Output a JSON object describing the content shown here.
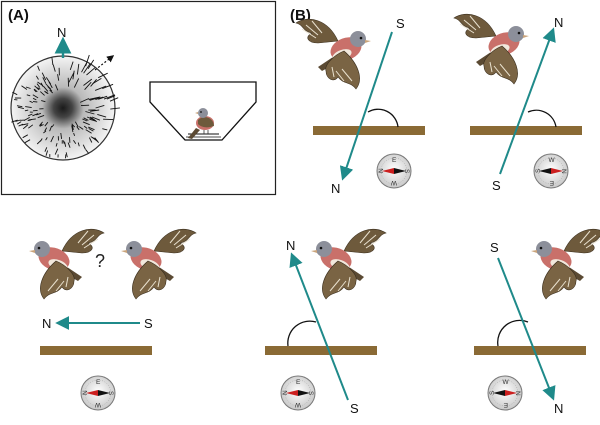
{
  "panel_a": {
    "label": "(A)",
    "north_label": "N"
  },
  "panel_b": {
    "label": "(B)"
  },
  "scenes": [
    {
      "id": "b1",
      "arrow_start": "S",
      "arrow_end": "N",
      "compass": {
        "top": "E",
        "bottom": "W",
        "left": "N",
        "right": "S"
      }
    },
    {
      "id": "b2",
      "arrow_start": "S",
      "arrow_end": "N",
      "compass": {
        "top": "W",
        "bottom": "E",
        "left": "S",
        "right": "N"
      }
    },
    {
      "id": "b3",
      "arrow_start": "S",
      "arrow_end": "N",
      "question": "?",
      "compass": {
        "top": "E",
        "bottom": "W",
        "left": "N",
        "right": "S"
      }
    },
    {
      "id": "b4",
      "arrow_start": "S",
      "arrow_end": "N",
      "compass": {
        "top": "E",
        "bottom": "W",
        "left": "N",
        "right": "S"
      }
    },
    {
      "id": "b5",
      "arrow_start": "S",
      "arrow_end": "N",
      "compass": {
        "top": "W",
        "bottom": "E",
        "left": "S",
        "right": "N"
      }
    }
  ],
  "colors": {
    "arrow": "#1f8a8a",
    "platform": "#8a6a35",
    "needle_red": "#cc1f1f",
    "needle_black": "#111111",
    "bird_wing": "#6e5a3c",
    "bird_breast": "#c9706a"
  }
}
